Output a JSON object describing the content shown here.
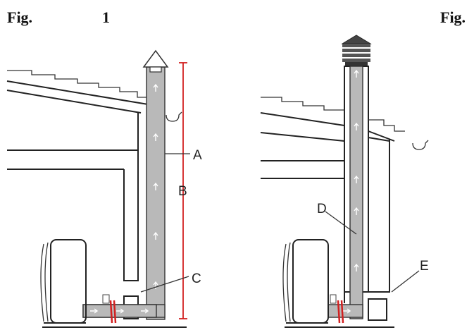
{
  "figures": [
    {
      "title_left": "Fig.",
      "title_number": "1"
    },
    {
      "title_left": "Fig."
    }
  ],
  "callouts": {
    "a": "A",
    "b": "B",
    "c": "C",
    "d": "D",
    "e": "E"
  },
  "colors": {
    "pipe": "#b9b9b9",
    "outline": "#222222",
    "dimension": "#d22020",
    "flow_arrows": "#ffffff"
  },
  "icons": [
    "stove",
    "cowl",
    "gutter",
    "cap-cone"
  ]
}
